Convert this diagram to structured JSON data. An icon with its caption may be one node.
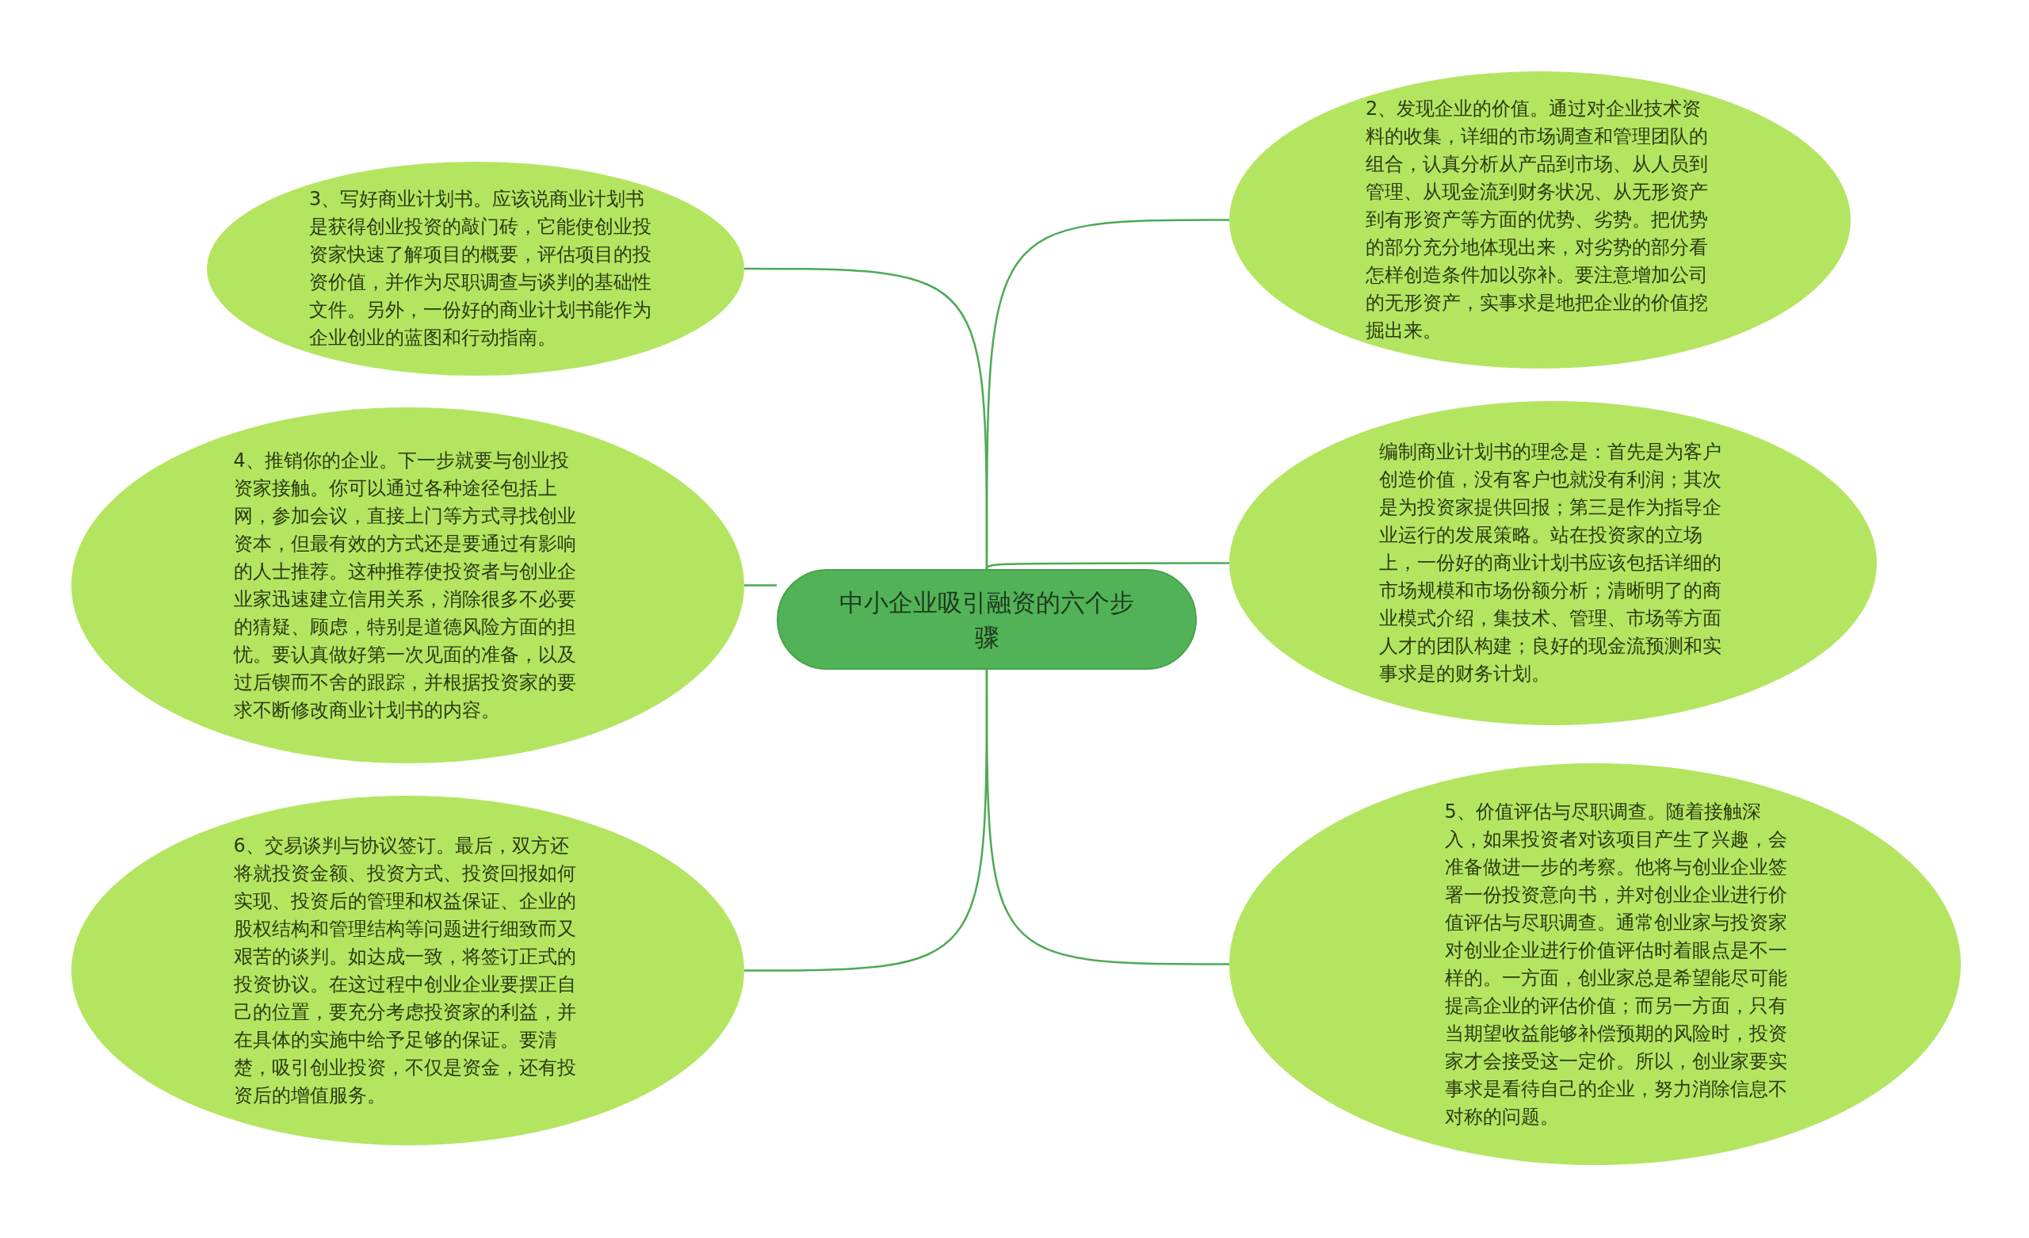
{
  "diagram": {
    "nodes": [
      {
        "text": [
          "中小企业吸引融资的六个步骤"
        ]
      },
      {
        "text": [
          "2、发现企业的价值。通过对企业技术资料的收集，详细的市场调查和管理团队的组合，认真分析从产品到市场、从人员到管理、从现金流到财务状况、从无形资产到有形资产等方面的优势、劣势。把优势的部分充分地体现出来，对劣势的部分看怎样创造条件加以弥补。要注意增加公司的无形资产，实事求是地把企业的价值挖掘出来。"
        ]
      },
      {
        "text": [
          "编制商业计划书的理念是：首先是为客户创造价值，没有客户也就没有利润；其次是为投资家提供回报；第三是作为指导企业运行的发展策略。站在投资家的立场上，一份好的商业计划书应该包括详细的市场规模和市场份额分析；清晰明了的商业模式介绍，集技术、管理、市场等方面人才的团队构建；良好的现金流预测和实事求是的财务计划。"
        ]
      },
      {
        "text": [
          "5、价值评估与尽职调查。随着接触深入，如果投资者对该项目产生了兴趣，会准备做进一步的考察。他将与创业企业签署一份投资意向书，并对创业企业进行价值评估与尽职调查。通常创业家与投资家对创业企业进行价值评估时着眼点是不一样的。一方面，创业家总是希望能尽可能提高企业的评估价值；而另一方面，只有当期望收益能够补偿预期的风险时，投资家才会接受这一定价。所以，创业家要实事求是看待自己的企业，努力消除信息不对称的问题。"
        ]
      },
      {
        "text": [
          "3、写好商业计划书。应该说商业计划书是获得创业投资的敲门砖，它能使创业投资家快速了解项目的概要，评估项目的投资价值，并作为尽职调查与谈判的基础性文件。另外，一份好的商业计划书能作为企业创业的蓝图和行动指南。"
        ]
      },
      {
        "text": [
          "4、推销你的企业。下一步就要与创业投资家接触。你可以通过各种途径包括上网，参加会议，直接上门等方式寻找创业资本，但最有效的方式还是要通过有影响的人士推荐。这种推荐使投资者与创业企业家迅速建立信用关系，消除很多不必要的猜疑、顾虑，特别是道德风险方面的担忧。要认真做好第一次见面的准备，以及过后锲而不舍的跟踪，并根据投资家的要求不断修改商业计划书的内容。"
        ]
      },
      {
        "text": [
          "6、交易谈判与协议签订。最后，双方还将就投资金额、投资方式、投资回报如何实现、投资后的管理和权益保证、企业的股权结构和管理结构等问题进行细致而又艰苦的谈判。如达成一致，将签订正式的投资协议。在这过程中创业企业要摆正自己的位置，要充分考虑投资家的利益，并在具体的实施中给予足够的保证。要清楚，吸引创业投资，不仅是资金，还有投资后的增值服务。"
        ]
      }
    ],
    "edges": [
      {
        "from": 0,
        "to": 1,
        "arrow": "none"
      },
      {
        "from": 0,
        "to": 2,
        "arrow": "none"
      },
      {
        "from": 0,
        "to": 3,
        "arrow": "none"
      },
      {
        "from": 0,
        "to": 4,
        "arrow": "none"
      },
      {
        "from": 0,
        "to": 5,
        "arrow": "none"
      },
      {
        "from": 0,
        "to": 6,
        "arrow": "none"
      }
    ]
  }
}
